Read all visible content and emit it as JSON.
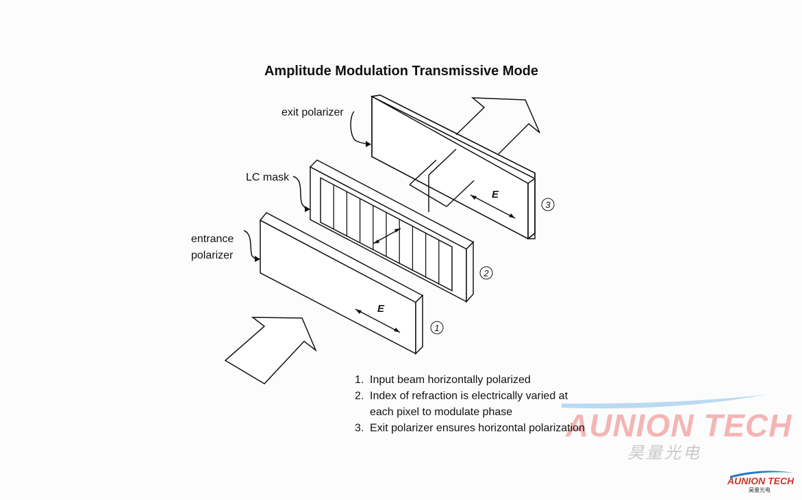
{
  "title": "Amplitude Modulation Transmissive Mode",
  "labels": {
    "exit": "exit polarizer",
    "lc": "LC mask",
    "entrance_1": "entrance",
    "entrance_2": "polarizer"
  },
  "field_symbol": "E",
  "element_numbers": [
    "1",
    "2",
    "3"
  ],
  "notes": [
    {
      "num": "1.",
      "lines": [
        "Input beam horizontally polarized"
      ]
    },
    {
      "num": "2.",
      "lines": [
        "Index of refraction is electrically varied at",
        "each pixel to modulate phase"
      ]
    },
    {
      "num": "3.",
      "lines": [
        "Exit polarizer ensures horizontal polarization"
      ]
    }
  ],
  "watermark": {
    "brand": "AUNION TECH",
    "cn": "昊量光电"
  },
  "logo": {
    "brand": "AUNION TECH",
    "cn": "昊量光电"
  },
  "colors": {
    "watermark": "#f4b5b5",
    "watermark_cn": "#c9c9c9",
    "swoosh": "#a9d1ee",
    "logo_brand": "#c8342a",
    "logo_swoosh": "#2b78c2"
  }
}
